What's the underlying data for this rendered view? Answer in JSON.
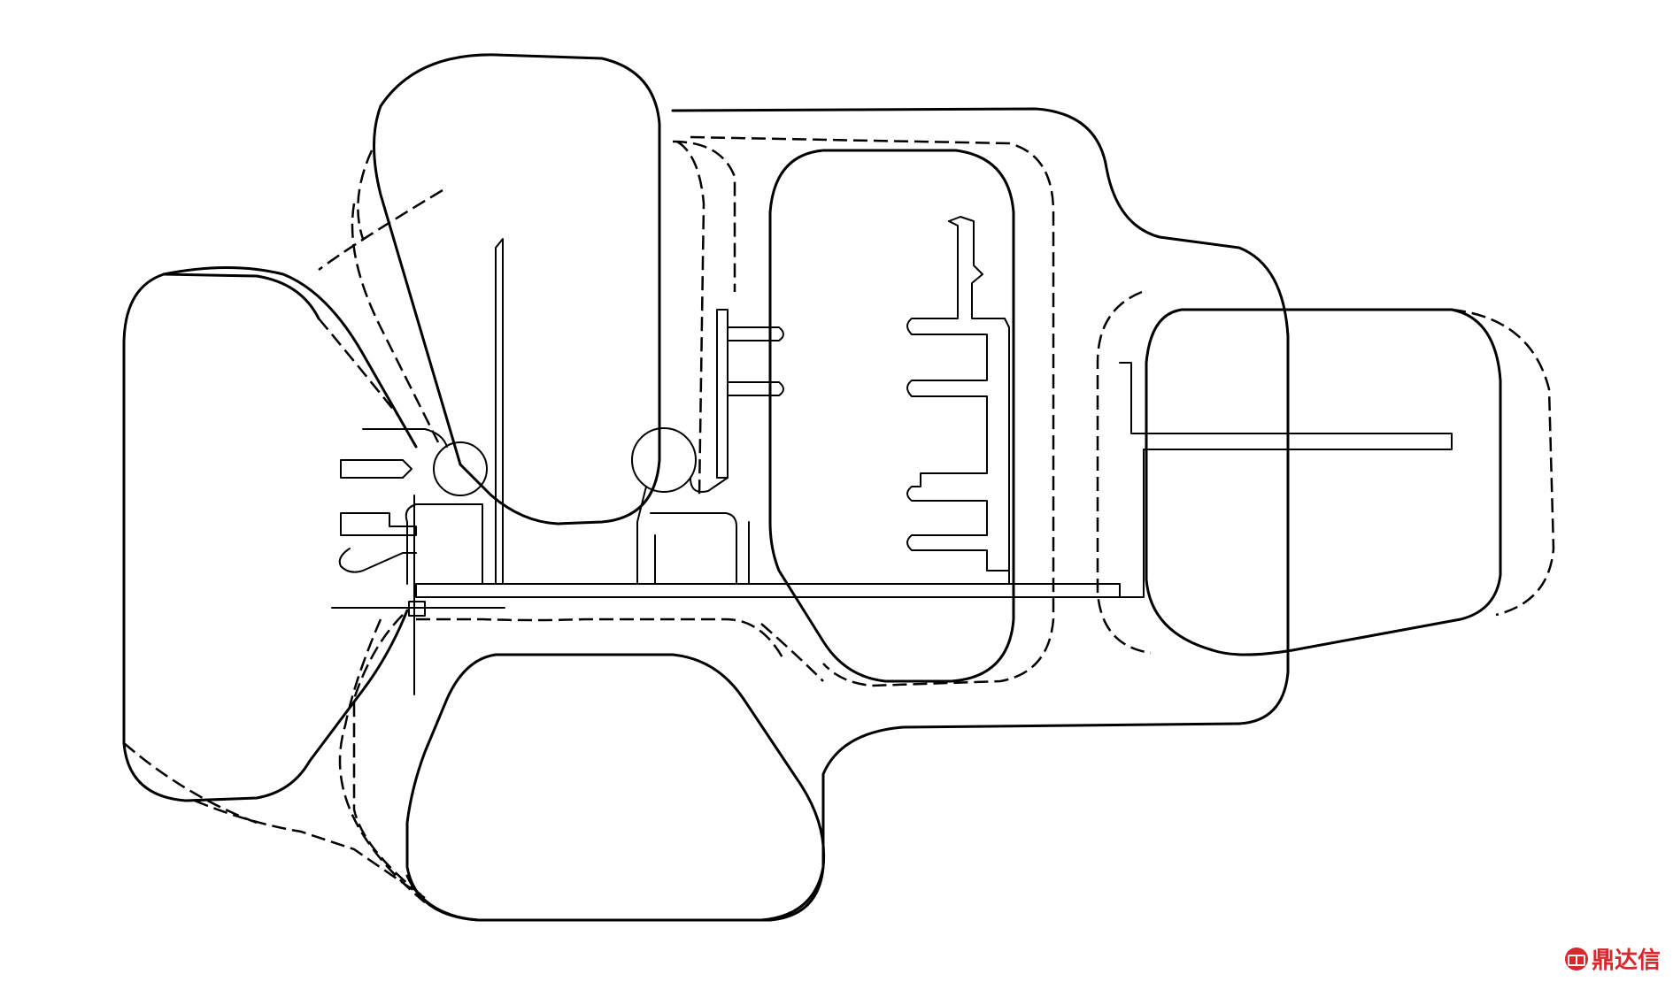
{
  "colors": {
    "ink": "#000000",
    "background": "#ffffff",
    "brand": "#d9272e"
  },
  "line_styles": [
    "solid",
    "dashed"
  ],
  "watermark": {
    "icon": "dingdaxin-logo-icon",
    "text": "鼎达信"
  }
}
